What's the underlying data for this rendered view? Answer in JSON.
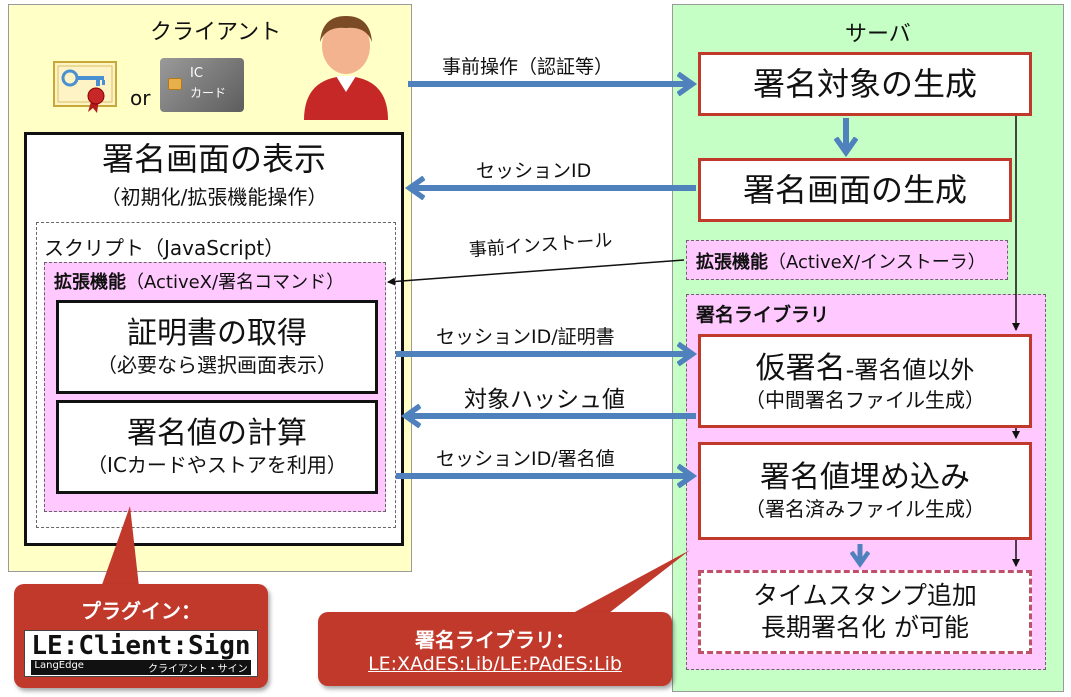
{
  "client": {
    "title": "クライアント",
    "or_text": "or",
    "ic_card": {
      "line1": "IC",
      "line2": "カード"
    },
    "sign_screen": {
      "title": "署名画面の表示",
      "subtitle": "（初期化/拡張機能操作）"
    },
    "script_label": "スクリプト（JavaScript）",
    "extension_label_bold": "拡張機能",
    "extension_label_rest": "（ActiveX/署名コマンド）",
    "cert": {
      "title": "証明書の取得",
      "subtitle": "（必要なら選択画面表示）"
    },
    "calc": {
      "title": "署名値の計算",
      "subtitle": "（ICカードやストアを利用）"
    }
  },
  "server": {
    "title": "サーバ",
    "gen_target": "署名対象の生成",
    "gen_screen": "署名画面の生成",
    "extension_bold": "拡張機能",
    "extension_rest": "（ActiveX/インストーラ）",
    "library_label": "署名ライブラリ",
    "provisional": {
      "title_main": "仮署名",
      "title_rest": "-署名値以外",
      "subtitle": "（中間署名ファイル生成）"
    },
    "embed": {
      "title": "署名値埋め込み",
      "subtitle": "（署名済みファイル生成）"
    },
    "timestamp": {
      "line1": "タイムスタンプ追加",
      "line2": "長期署名化 が可能"
    }
  },
  "arrows": {
    "pre_op": "事前操作（認証等）",
    "session_id": "セッションID",
    "pre_install": "事前インストール",
    "session_cert": "セッションID/証明書",
    "hash": "対象ハッシュ値",
    "session_sig": "セッションID/署名値"
  },
  "callouts": {
    "plugin_title": "プラグイン：",
    "plugin_logo": {
      "part1": "LE",
      "part2": "Client",
      "part3": "Sign",
      "sub_left": "LangEdge",
      "sub_right": "クライアント・サイン"
    },
    "library_title": "署名ライブラリ：",
    "library_text": "LE:XAdES:Lib/LE:PAdES:Lib"
  },
  "colors": {
    "arrow_blue": "#4f81bd",
    "box_red": "#c0392b",
    "client_bg": "#ffffc6",
    "server_bg": "#c6ffc6",
    "pink": "#ffc8ff",
    "callout_red": "#c0392b"
  }
}
